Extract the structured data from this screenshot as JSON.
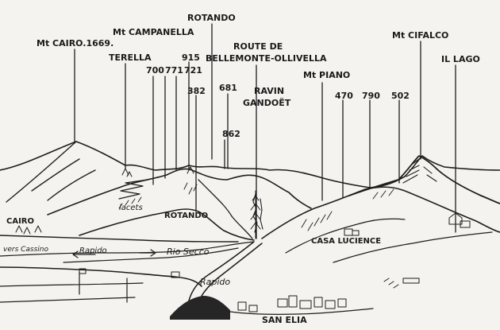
{
  "labels": {
    "mt_cairo": "Mt CAIRO.1669.",
    "mt_campanella": "Mt CAMPANELLA",
    "terella": "TERELLA",
    "rotando_top": "ROTANDO",
    "route_de": "ROUTE DE",
    "bellemonte": "BELLEMONTE-OLLIVELLA",
    "alt_915": "915",
    "alt_700": "700",
    "alt_771": "771",
    "alt_721": "721",
    "alt_382": "382",
    "alt_681": "681",
    "alt_862": "862",
    "ravin": "RAVIN",
    "gandoet": "GANDOËT",
    "mt_piano": "Mt PIANO",
    "alt_470": "470",
    "alt_790": "790",
    "alt_502": "502",
    "mt_cifalco": "Mt CIFALCO",
    "il_lago": "IL LAGO",
    "lacets": "lacets",
    "rotando_mid": "ROTANDO",
    "cairo": "CAIRO",
    "vers_cassino": "vers Cassino",
    "rapido_left": "Rapido",
    "rio_secco": "Rio Secco",
    "rapido_center": "Rapido",
    "casa_lucience": "CASA LUCIENCE",
    "san_elia": "SAN ELIA"
  }
}
